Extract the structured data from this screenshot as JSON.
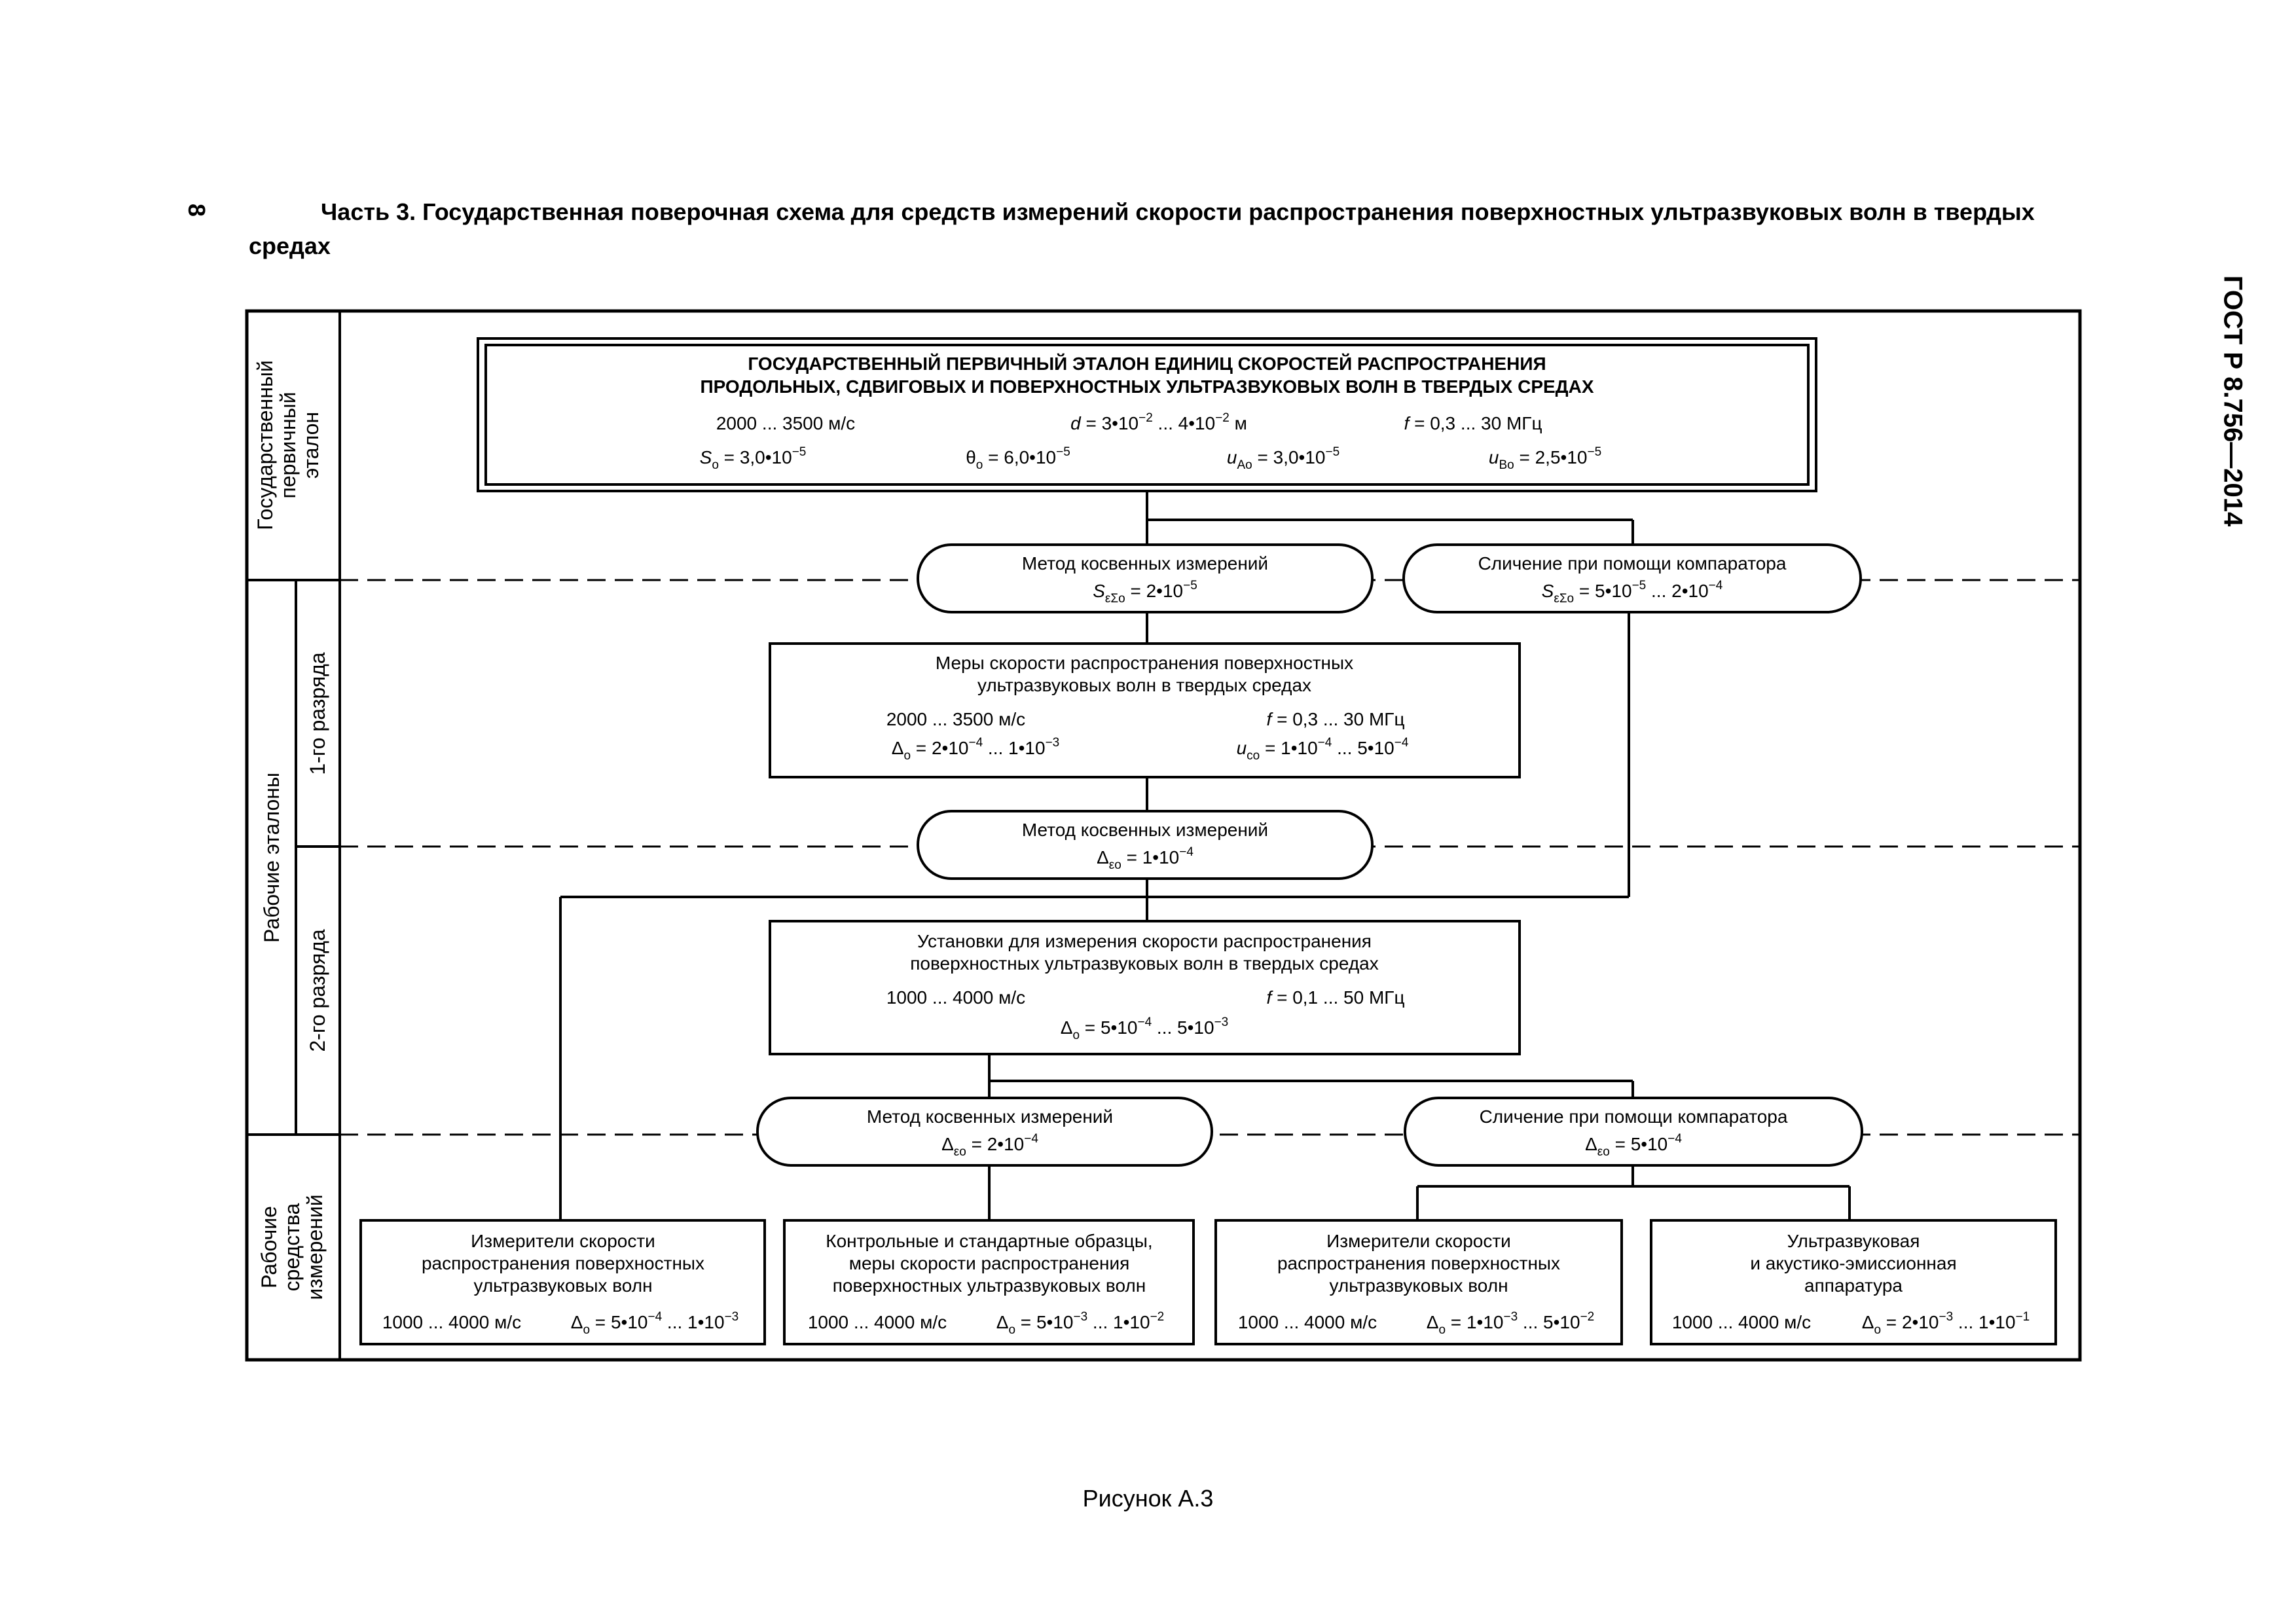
{
  "page_number": "8",
  "doc_code": "ГОСТ Р 8.756—2014",
  "heading": "Часть  3. Государственная поверочная схема для средств измерений скорости распространения поверхностных ультразвуковых волн в твердых средах",
  "caption": "Рисунок А.3",
  "side_labels": {
    "primary": [
      "Государственный",
      "первичный",
      "эталон"
    ],
    "working_standards": "Рабочие эталоны",
    "rank1": "1-го разряда",
    "rank2": "2-го разряда",
    "working_means": [
      "Рабочие",
      "средства",
      "измерений"
    ]
  },
  "primary_standard": {
    "title_line1": "ГОСУДАРСТВЕННЫЙ ПЕРВИЧНЫЙ ЭТАЛОН ЕДИНИЦ СКОРОСТЕЙ РАСПРОСТРАНЕНИЯ",
    "title_line2": "ПРОДОЛЬНЫХ, СДВИГОВЫХ И ПОВЕРХНОСТНЫХ УЛЬТРАЗВУКОВЫХ ВОЛН В ТВЕРДЫХ СРЕДАХ",
    "range": "2000 ... 3500 м/с",
    "d_sym": "d",
    "d_a": " = 3•10",
    "d_a_exp": "−2",
    "d_b": " ... 4•10",
    "d_b_exp": "−2",
    "d_unit": " м",
    "f_sym": "f",
    "f_val": " = 0,3 ... 30 МГц",
    "S_sym": "S",
    "S_sub": "о",
    "S_val": " = 3,0•10",
    "S_exp": "−5",
    "theta_sym": "θ",
    "theta_sub": "о",
    "theta_val": " = 6,0•10",
    "theta_exp": "−5",
    "uA_sym": "u",
    "uA_sub": "Ao",
    "uA_val": " = 3,0•10",
    "uA_exp": "−5",
    "uB_sym": "u",
    "uB_sub": "Bo",
    "uB_val": " = 2,5•10",
    "uB_exp": "−5"
  },
  "method1": {
    "title": "Метод косвенных измерений",
    "sym": "S",
    "sub": "εΣо",
    "val": " = 2•10",
    "exp": "−5"
  },
  "comparator1": {
    "title": "Сличение при помощи компаратора",
    "sym": "S",
    "sub": "εΣо",
    "val_a": " = 5•10",
    "exp_a": "−5",
    "val_b": " ... 2•10",
    "exp_b": "−4"
  },
  "measures": {
    "line1": "Меры скорости распространения поверхностных",
    "line2": "ультразвуковых волн в твердых средах",
    "range": "2000 ... 3500 м/с",
    "f_sym": "f",
    "f_val": " = 0,3 ... 30 МГц",
    "delta_sym": "Δ",
    "delta_sub": "о",
    "delta_a": " = 2•10",
    "delta_a_exp": "−4",
    "delta_b": " ... 1•10",
    "delta_b_exp": "−3",
    "u_sym": "u",
    "u_sub": "co",
    "u_a": " = 1•10",
    "u_a_exp": "−4",
    "u_b": " ... 5•10",
    "u_b_exp": "−4"
  },
  "method2": {
    "title": "Метод косвенных измерений",
    "sym": "Δ",
    "sub": "εо",
    "val": " = 1•10",
    "exp": "−4"
  },
  "installations": {
    "line1": "Установки для измерения скорости распространения",
    "line2": "поверхностных ультразвуковых волн в твердых средах",
    "range": "1000 ... 4000 м/с",
    "f_sym": "f",
    "f_val": " = 0,1 ... 50 МГц",
    "delta_sym": "Δ",
    "delta_sub": "о",
    "delta_a": " = 5•10",
    "delta_a_exp": "−4",
    "delta_b": " ... 5•10",
    "delta_b_exp": "−3"
  },
  "method3": {
    "title": "Метод косвенных измерений",
    "sym": "Δ",
    "sub": "εо",
    "val": " = 2•10",
    "exp": "−4"
  },
  "comparator2": {
    "title": "Сличение при помощи компаратора",
    "sym": "Δ",
    "sub": "εо",
    "val": " = 5•10",
    "exp": "−4"
  },
  "instruments": [
    {
      "lines": [
        "Измерители скорости",
        "распространения поверхностных",
        "ультразвуковых волн"
      ],
      "range": "1000 ... 4000 м/с",
      "delta_sym": "Δ",
      "delta_sub": "о",
      "a": " = 5•10",
      "a_exp": "−4",
      "b": " ... 1•10",
      "b_exp": "−3"
    },
    {
      "lines": [
        "Контрольные и стандартные образцы,",
        "меры скорости распространения",
        "поверхностных ультразвуковых волн"
      ],
      "range": "1000 ... 4000 м/с",
      "delta_sym": "Δ",
      "delta_sub": "о",
      "a": " = 5•10",
      "a_exp": "−3",
      "b": " ... 1•10",
      "b_exp": "−2"
    },
    {
      "lines": [
        "Измерители скорости",
        "распространения поверхностных",
        "ультразвуковых волн"
      ],
      "range": "1000 ... 4000 м/с",
      "delta_sym": "Δ",
      "delta_sub": "о",
      "a": " = 1•10",
      "a_exp": "−3",
      "b": " ... 5•10",
      "b_exp": "−2"
    },
    {
      "lines": [
        "Ультразвуковая",
        "и акустико-эмиссионная",
        "аппаратура"
      ],
      "range": "1000 ... 4000 м/с",
      "delta_sym": "Δ",
      "delta_sub": "о",
      "a": " = 2•10",
      "a_exp": "−3",
      "b": " ... 1•10",
      "b_exp": "−1"
    }
  ]
}
